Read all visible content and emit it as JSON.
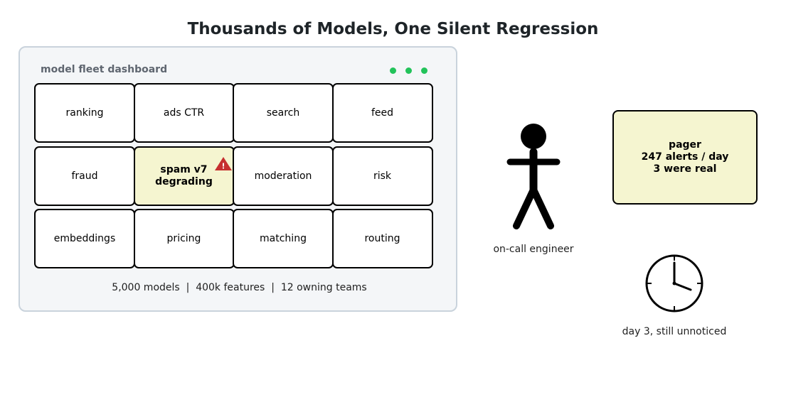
{
  "title": "Thousands of Models, One Silent Regression",
  "dashboard": {
    "label": "model fleet dashboard",
    "status_dot_color": "#22c35a",
    "tiles": [
      {
        "label": "ranking"
      },
      {
        "label": "ads CTR"
      },
      {
        "label": "search"
      },
      {
        "label": "feed"
      },
      {
        "label": "fraud"
      },
      {
        "label": "spam v7\ndegrading",
        "alert": true
      },
      {
        "label": "moderation"
      },
      {
        "label": "risk"
      },
      {
        "label": "embeddings"
      },
      {
        "label": "pricing"
      },
      {
        "label": "matching"
      },
      {
        "label": "routing"
      }
    ],
    "warning_icon": "warning-triangle-icon",
    "warning_color": "#c62f2f",
    "alert_fill": "#f5f5d0",
    "footer": "5,000 models  |  400k features  |  12 owning teams"
  },
  "engineer": {
    "icon": "person-icon",
    "label": "on-call engineer"
  },
  "pager": {
    "lines": [
      "pager",
      "247 alerts / day",
      "3 were real"
    ]
  },
  "clock": {
    "icon": "clock-icon",
    "label": "day 3, still unnoticed"
  }
}
